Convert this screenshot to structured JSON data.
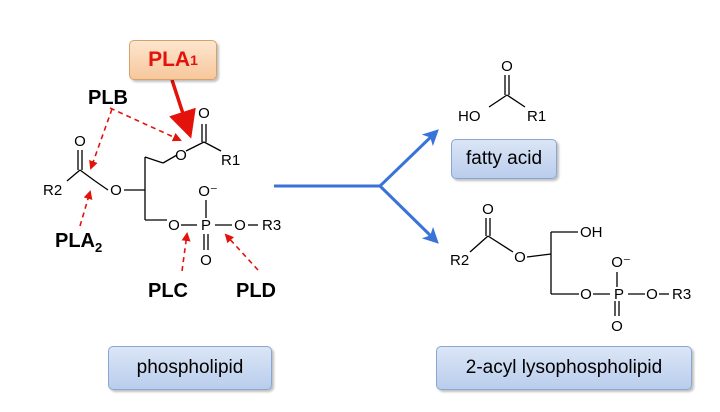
{
  "enzymes": {
    "pla1": "PLA",
    "pla1_sub": "1",
    "plb": "PLB",
    "pla2": "PLA",
    "pla2_sub": "2",
    "plc": "PLC",
    "pld": "PLD"
  },
  "labels": {
    "phospholipid": "phospholipid",
    "fatty_acid": "fatty acid",
    "lysophospholipid": "2-acyl lysophospholipid"
  },
  "atoms": {
    "o": "O",
    "p": "P",
    "o_minus": "O⁻",
    "ho": "HO",
    "oh": "OH",
    "r1": "R1",
    "r2": "R2",
    "r3": "R3"
  },
  "colors": {
    "red": "#e3120b",
    "blue": "#3a73d8",
    "box_blue": "#c6d7f0",
    "box_orange": "#f9d3ad"
  }
}
